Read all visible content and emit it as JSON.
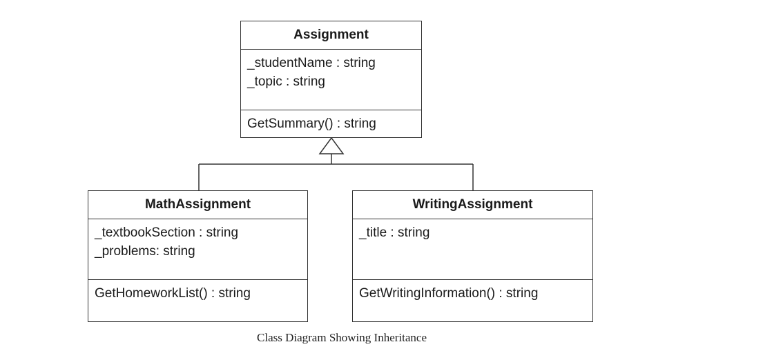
{
  "classes": {
    "assignment": {
      "name": "Assignment",
      "attributes": [
        "_studentName : string",
        "_topic : string"
      ],
      "methods": [
        "GetSummary() : string"
      ]
    },
    "math_assignment": {
      "name": "MathAssignment",
      "attributes": [
        "_textbookSection : string",
        "_problems: string"
      ],
      "methods": [
        "GetHomeworkList() : string"
      ]
    },
    "writing_assignment": {
      "name": "WritingAssignment",
      "attributes": [
        "_title : string"
      ],
      "methods": [
        "GetWritingInformation() : string"
      ]
    }
  },
  "relationships": [
    {
      "type": "inheritance",
      "from": "MathAssignment",
      "to": "Assignment"
    },
    {
      "type": "inheritance",
      "from": "WritingAssignment",
      "to": "Assignment"
    }
  ],
  "caption": "Class Diagram Showing Inheritance"
}
